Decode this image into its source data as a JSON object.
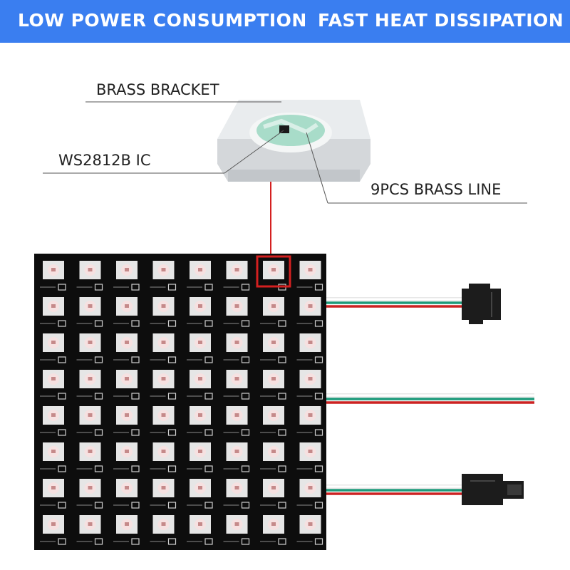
{
  "banner": {
    "left_text": "LOW POWER CONSUMPTION",
    "right_text": "FAST HEAT DISSIPATION",
    "color": "#3a7ef0"
  },
  "callouts": {
    "brass_bracket": "BRASS BRACKET",
    "ic": "WS2812B IC",
    "brass_line": "9PCS BRASS LINE"
  },
  "matrix": {
    "rows": 8,
    "cols": 8,
    "highlight": {
      "row": 1,
      "col": 7
    },
    "highlight_color": "#d42020",
    "pcb_color": "#0d0d0d"
  },
  "wires": {
    "colors": [
      "#ffffff",
      "#1d9a7a",
      "#cc2222"
    ]
  }
}
